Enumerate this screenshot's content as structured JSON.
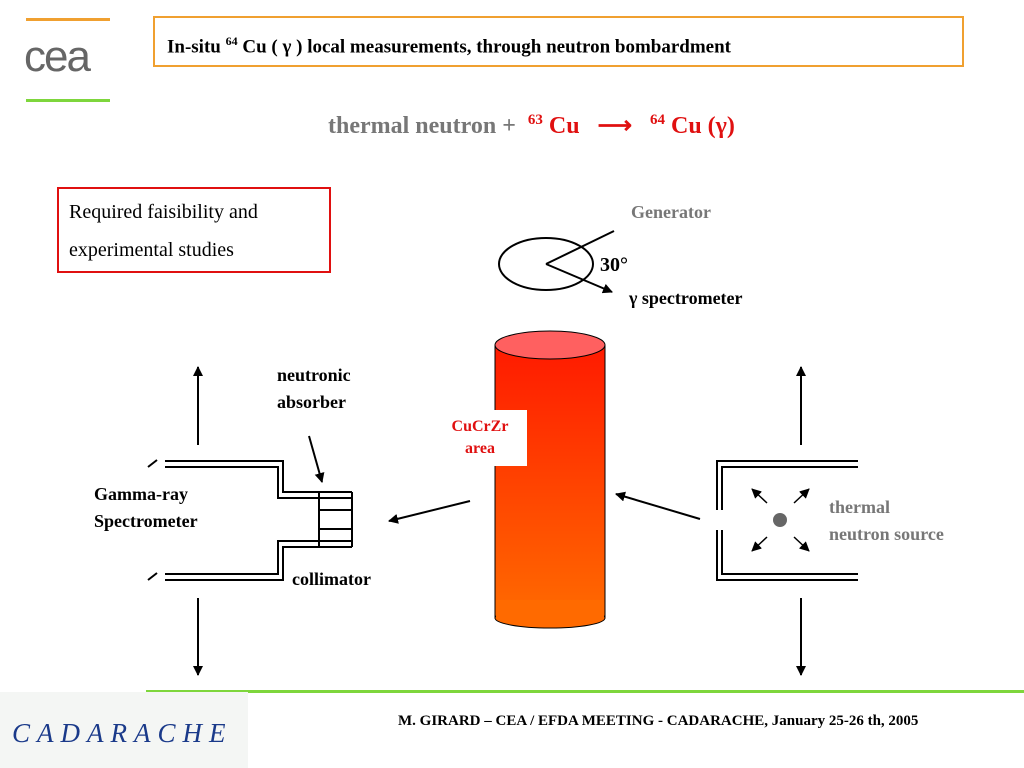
{
  "logo": {
    "text": "cea",
    "line_color": "#f0a030",
    "line_color_bottom": "#7ed63c"
  },
  "title": {
    "pre": "In-situ ",
    "sup": "64",
    "post": " Cu ( γ ) local measurements, through neutron bombardment",
    "border_color": "#f0a030"
  },
  "equation": {
    "part1": "thermal  neutron  +",
    "iso1_sup": "63",
    "iso1": "Cu",
    "arrow": "⟶",
    "iso2_sup": "64",
    "iso2": "Cu",
    "gamma": "(γ)"
  },
  "required_box": {
    "text": "Required faisibility and experimental studies",
    "border_color": "#e01010"
  },
  "labels": {
    "generator": "Generator",
    "angle": "30°",
    "spectrometer": "γ spectrometer",
    "neutronic_absorber_1": "neutronic",
    "neutronic_absorber_2": "absorber",
    "gamma_ray_1": "Gamma-ray",
    "gamma_ray_2": "Spectrometer",
    "collimator": "collimator",
    "cucrzr_1": "CuCrZr",
    "cucrzr_2": "area",
    "thermal_source_1": "thermal",
    "thermal_source_2": "neutron source"
  },
  "footer": {
    "text": "M. GIRARD – CEA / EFDA MEETING - CADARACHE, January 25-26 th, 2005",
    "org": "CADARACHE",
    "line_color": "#7ed63c"
  }
}
